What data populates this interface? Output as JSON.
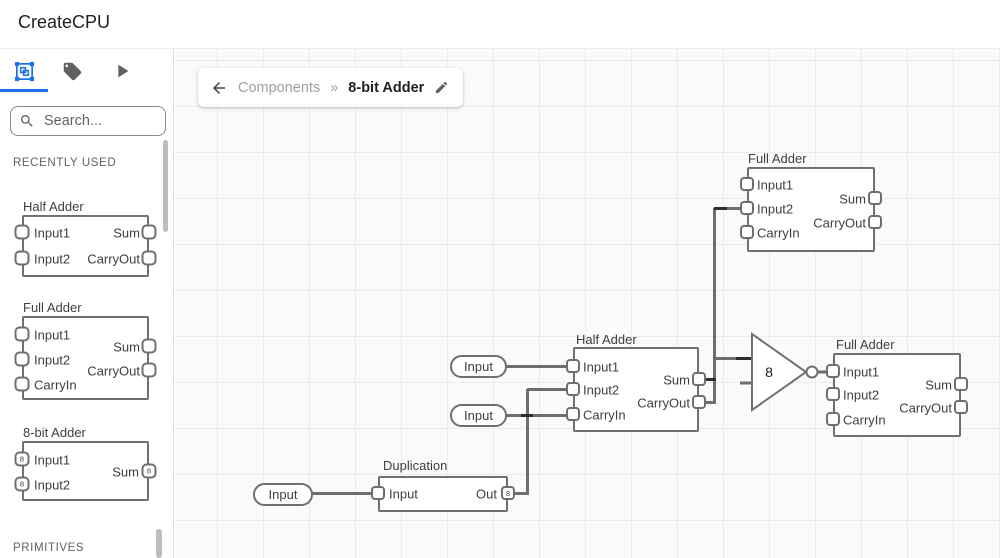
{
  "app": {
    "title": "CreateCPU"
  },
  "sidebar": {
    "tabs": [
      {
        "icon": "components-icon",
        "active": true
      },
      {
        "icon": "tag-icon",
        "active": false
      },
      {
        "icon": "play-icon",
        "active": false
      }
    ],
    "search": {
      "placeholder": "Search...",
      "icon": "search-icon"
    },
    "sections": {
      "recent": "RECENTLY USED",
      "primitives": "PRIMITIVES"
    },
    "recent_components": [
      {
        "title": "Half Adder",
        "left_pins": [
          "Input1",
          "Input2"
        ],
        "right_pins": [
          "Sum",
          "CarryOut"
        ]
      },
      {
        "title": "Full Adder",
        "left_pins": [
          "Input1",
          "Input2",
          "CarryIn"
        ],
        "right_pins": [
          "Sum",
          "CarryOut"
        ]
      },
      {
        "title": "8-bit Adder",
        "left_pins": [
          "Input1",
          "Input2"
        ],
        "right_pins": [
          "Sum"
        ],
        "bus_width": "8"
      }
    ]
  },
  "breadcrumb": {
    "back_icon": "arrow-left-icon",
    "parent": "Components",
    "separator": "»",
    "current": "8-bit Adder",
    "edit_icon": "pencil-icon"
  },
  "canvas": {
    "components": [
      {
        "title": "Full Adder",
        "left_pins": [
          "Input1",
          "Input2",
          "CarryIn"
        ],
        "right_pins": [
          "Sum",
          "CarryOut"
        ]
      },
      {
        "title": "Half Adder",
        "left_pins": [
          "Input1",
          "Input2",
          "CarryIn"
        ],
        "right_pins": [
          "Sum",
          "CarryOut"
        ]
      },
      {
        "title": "Full Adder",
        "left_pins": [
          "Input1",
          "Input2",
          "CarryIn"
        ],
        "right_pins": [
          "Sum",
          "CarryOut"
        ]
      },
      {
        "title": "Duplication",
        "left_pins": [
          "Input"
        ],
        "right_pins": [
          "Out"
        ],
        "out_bus_width": "8"
      }
    ],
    "io_pills": [
      {
        "label": "Input"
      },
      {
        "label": "Input"
      },
      {
        "label": "Input"
      }
    ],
    "not_gate": {
      "bus_width": "8"
    }
  },
  "colors": {
    "accent": "#1a73e8",
    "wire": "#6e6e6e",
    "component_border": "#6f6f6f"
  }
}
